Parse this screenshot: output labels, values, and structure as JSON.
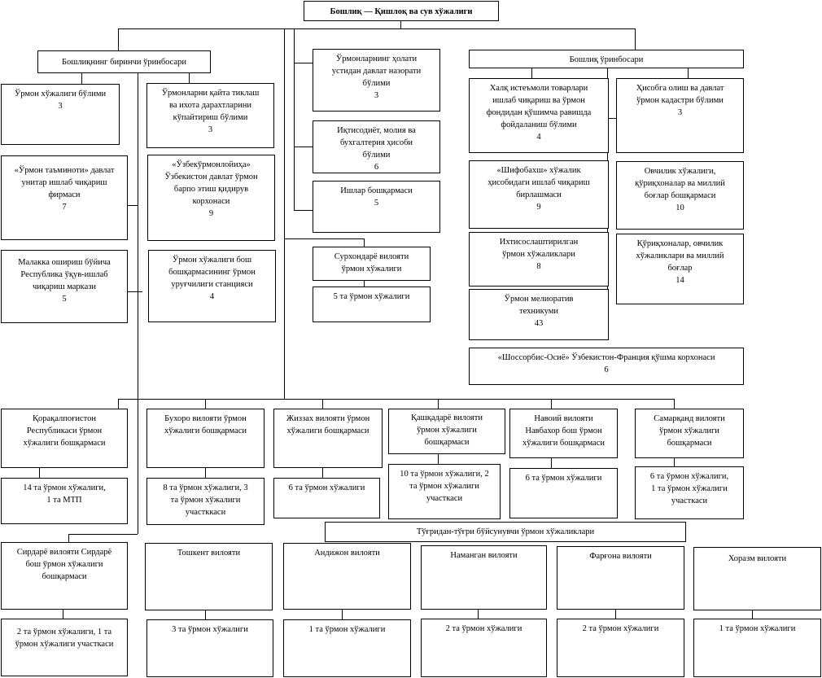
{
  "head": "Бошлиқ — Қишлоқ ва сув хўжалиги",
  "first_deputy": {
    "title": "Бошлиқнинг биринчи ўринбосари",
    "units": [
      {
        "name": "Ўрмон хўжалиги бўлими",
        "count": "3"
      },
      {
        "name": "Ўрмонларни қайта тиклаш\nва ихота дарахтларини\nкўпайтириш бўлими",
        "count": "3"
      },
      {
        "name": "«Ўрмон таъминоти» давлат\nунитар ишлаб чиқариш\nфирмаси",
        "count": "7"
      },
      {
        "name": "«Ўзбекўрмонлойиҳа»\nЎзбекистон давлат ўрмон\nбарпо этиш қидирув\nкорхонаси",
        "count": "9"
      },
      {
        "name": "Малакка ошириш бўйича\nРеспублика ўқув-ишлаб\nчиқариш маркази",
        "count": "5"
      },
      {
        "name": "Ўрмон хўжалиги бош\nбошқармасининг ўрмон\nуруғчилиги станцияси",
        "count": "4"
      }
    ]
  },
  "direct_units": [
    {
      "name": "Ўрмонларнинг ҳолати\nустидан давлат назорати\nбўлими",
      "count": "3"
    },
    {
      "name": "Иқтисодиёт, молия ва\nбухгалтерия ҳисоби\nбўлими",
      "count": "6"
    },
    {
      "name": "Ишлар бошқармаси",
      "count": "5"
    }
  ],
  "surkhandarya": {
    "name": "Сурхондарё вилояти\nўрмон хўжалиги",
    "sub": "5 та ўрмон хўжалиги"
  },
  "deputy": {
    "title": "Бошлиқ ўринбосари",
    "units": [
      {
        "name": "Халқ истеъмоли товарлари\nишлаб чиқариш ва ўрмон\nфондидан қўшимча равишда\nфойдаланиш бўлими",
        "count": "4"
      },
      {
        "name": "Ҳисобга олиш ва давлат\nўрмон кадастри бўлими",
        "count": "3"
      },
      {
        "name": "«Шифобахш» хўжалик\nҳисобидаги ишлаб чиқариш\nбирлашмаси",
        "count": "9"
      },
      {
        "name": "Овчилик хўжалиги,\nқўриқхоналар ва миллий\nбоғлар бошқармаси",
        "count": "10"
      },
      {
        "name": "Ихтисослаштирилган\nўрмон хўжаликлари",
        "count": "8"
      },
      {
        "name": "Қўриқхоналар, овчилик\nхўжаликлари ва миллий\nбоғлар",
        "count": "14"
      },
      {
        "name": "Ўрмон мелиоратив\nтехникуми",
        "count": "43"
      }
    ],
    "joint_venture": {
      "name": "«Шоссорбис-Осиё» Ўзбекистон-Франция қўшма корхонаси",
      "count": "6"
    }
  },
  "regions": [
    {
      "name": "Қорақалпоғистон\nРеспубликаси ўрмон\nхўжалиги бошқармаси",
      "sub": "14 та ўрмон хўжалиги,\n1 та МТП"
    },
    {
      "name": "Бухоро вилояти ўрмон\nхўжалиги бошқармаси",
      "sub": "8 та ўрмон хўжалиги, 3\nта ўрмон хўжалиги\nучастккаси"
    },
    {
      "name": "Жиззах вилояти ўрмон\nхўжалиги бошқармаси",
      "sub": "6 та ўрмон хўжалиги"
    },
    {
      "name": "Қашқадарё вилояти\nўрмон хўжалиги\nбошқармаси",
      "sub": "10 та ўрмон хўжалиги, 2\nта ўрмон хўжалиги\nучасткаси"
    },
    {
      "name": "Навоий вилояти\nНавбахор бош ўрмон\nхўжалиги бошқармаси",
      "sub": "6 та ўрмон хўжалиги"
    },
    {
      "name": "Самарқанд вилояти\nўрмон хўжалиги\nбошқармаси",
      "sub": "6 та ўрмон хўжалиги,\n1 та ўрмон хўжалиги\nучасткаси"
    }
  ],
  "direct_forestry_title": "Тўғридан-тўғри бўйсунувчи ўрмон хўжаликлари",
  "bottom": [
    {
      "name": "Сирдарё вилояти Сирдарё\nбош ўрмон хўжалиги\nбошқармаси",
      "sub": "2 та ўрмон хўжалиги, 1 та\nўрмон хўжалиги участкаси"
    },
    {
      "name": "Тошкент вилояти",
      "sub": "3 та ўрмон хўжалиги"
    },
    {
      "name": "Андижон вилояти",
      "sub": "1 та ўрмон хўжалиги"
    },
    {
      "name": "Наманган вилояти",
      "sub": "2 та ўрмон хўжалиги"
    },
    {
      "name": "Фарғона вилояти",
      "sub": "2 та ўрмон хўжалиги"
    },
    {
      "name": "Хоразм вилояти",
      "sub": "1 та ўрмон хўжалиги"
    }
  ]
}
